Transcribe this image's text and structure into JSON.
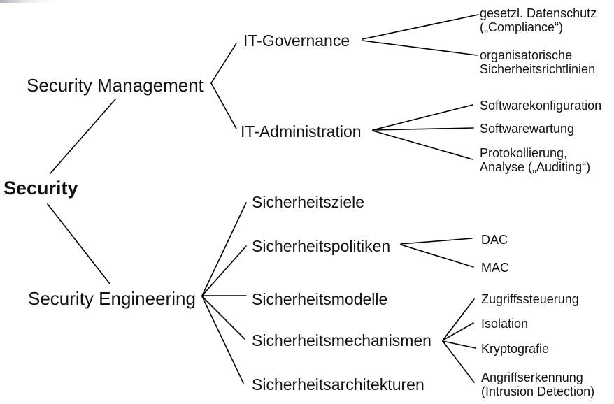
{
  "diagram": {
    "title": "Security taxonomy tree",
    "background_color": "#ffffff",
    "line_color": "#000000",
    "text_color": "#121212",
    "nodes": {
      "root": {
        "label": "Security"
      },
      "management": {
        "label": "Security Management"
      },
      "engineering": {
        "label": "Security Engineering"
      },
      "governance": {
        "label": "IT-Governance"
      },
      "administration": {
        "label": "IT-Administration"
      },
      "datenschutz": {
        "label": "gesetzl. Datenschutz\n(„Compliance“)"
      },
      "richtlinien": {
        "label": "organisatorische\nSicherheitsrichtlinien"
      },
      "softwarekonfiguration": {
        "label": "Softwarekonfiguration"
      },
      "softwarewartung": {
        "label": "Softwarewartung"
      },
      "protokollierung": {
        "label": "Protokollierung,\nAnalyse („Auditing“)"
      },
      "ziele": {
        "label": "Sicherheitsziele"
      },
      "politiken": {
        "label": "Sicherheitspolitiken"
      },
      "modelle": {
        "label": "Sicherheitsmodelle"
      },
      "mechanismen": {
        "label": "Sicherheitsmechanismen"
      },
      "architekturen": {
        "label": "Sicherheitsarchitekturen"
      },
      "dac": {
        "label": "DAC"
      },
      "mac": {
        "label": "MAC"
      },
      "zugriffssteuerung": {
        "label": "Zugriffssteuerung"
      },
      "isolation": {
        "label": "Isolation"
      },
      "kryptografie": {
        "label": "Kryptografie"
      },
      "angriffserkennung": {
        "label": "Angriffserkennung\n(Intrusion Detection)"
      }
    }
  }
}
